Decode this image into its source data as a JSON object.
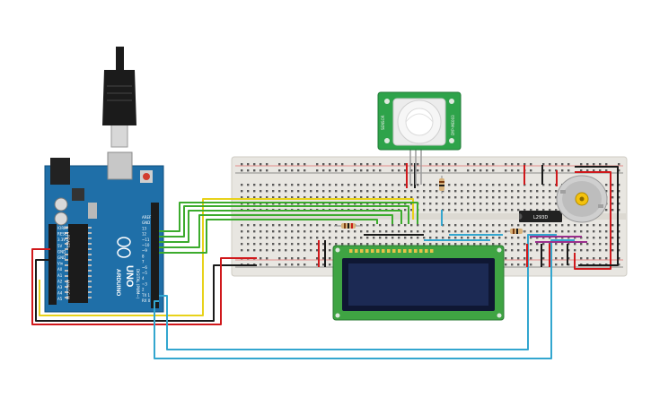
{
  "arduino": {
    "brand": "ARDUINO",
    "model": "UNO",
    "digital_label": "DIGITAL (PWM~)",
    "power_label": "POWER",
    "analog_label": "ANALOG IN",
    "top_pins": [
      "AREF",
      "GND",
      "13",
      "12",
      "~11",
      "~10",
      "~9",
      "8",
      "7",
      "~6",
      "~5",
      "4",
      "~3",
      "2",
      "TX 1",
      "RX 0"
    ],
    "left_pins": [
      "IOREF",
      "RESET",
      "3.3V",
      "5V",
      "GND",
      "GND",
      "Vin",
      "A0",
      "A1",
      "A2",
      "A3",
      "A4",
      "A5"
    ]
  },
  "ic": {
    "label": "L293D"
  },
  "pir": {
    "side_left": "SENSOR",
    "side_right": "DYP-ME003"
  },
  "lcd": {
    "pin_count": 16
  },
  "colors": {
    "board": "#1f6fa8",
    "board_dark": "#0e4d7c",
    "breadboard": "#e8e6e1",
    "pir_board": "#2ea34a",
    "lcd_board": "#3fa443",
    "lcd_screen": "#1c2a54",
    "wire_red": "#d0181b",
    "wire_black": "#1a1a1a",
    "wire_yellow": "#e8d21a",
    "wire_green": "#3cab2d",
    "wire_blue": "#33a6cf",
    "wire_purple": "#9b2f8d",
    "wire_brown": "#8a5a2b"
  }
}
